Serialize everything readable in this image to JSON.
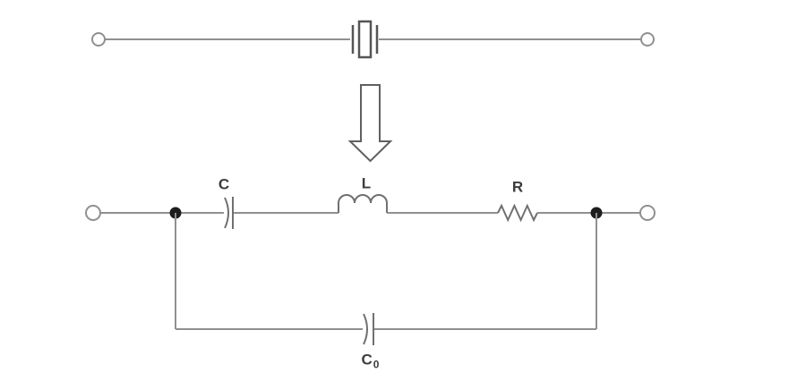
{
  "diagram": {
    "background": "#ffffff",
    "colors": {
      "wire": "#909090",
      "component": "#707070",
      "crystal": "#555555",
      "arrow": "#606060",
      "node": "#1d1d1d",
      "label": "#3c3c3c"
    },
    "top_circuit": {
      "symbol": "quartz-crystal",
      "left_terminal": "open-circle",
      "right_terminal": "open-circle"
    },
    "transform": {
      "symbol": "down-arrow-outline"
    },
    "equivalent_circuit": {
      "series_components": [
        {
          "symbol": "capacitor-curved-plate",
          "label": "C"
        },
        {
          "symbol": "inductor-3-loop",
          "label": "L"
        },
        {
          "symbol": "resistor-zigzag",
          "label": "R"
        }
      ],
      "parallel_component": {
        "symbol": "capacitor-curved-plate",
        "label_base": "C",
        "label_sub": "0"
      },
      "left_terminal": "open-circle",
      "right_terminal": "open-circle"
    },
    "labels": {
      "capacitor": "C",
      "inductor": "L",
      "resistor": "R",
      "shunt_base": "C",
      "shunt_sub": "0"
    }
  }
}
